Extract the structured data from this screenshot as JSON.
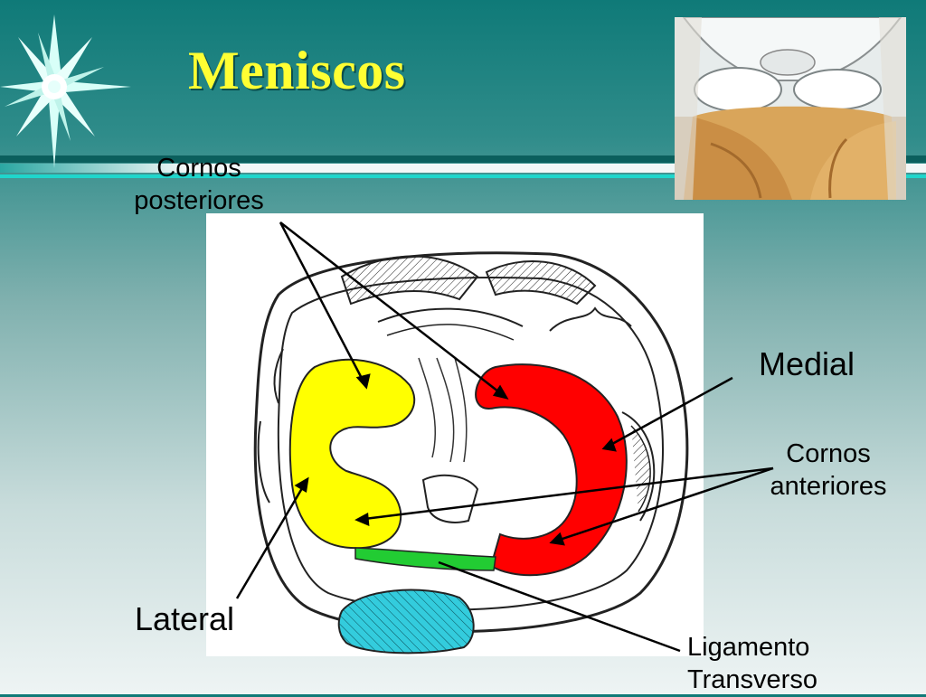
{
  "slide": {
    "title": "Meniscos"
  },
  "labels": {
    "posterior_horns": [
      "Cornos",
      "posteriores"
    ],
    "medial": "Medial",
    "anterior_horns": [
      "Cornos",
      "anteriores"
    ],
    "lateral": "Lateral",
    "transverse_ligament": [
      "Ligamento",
      "Transverso"
    ]
  },
  "colors": {
    "title": "#ffff33",
    "lateral_meniscus": "#ffff00",
    "medial_meniscus": "#ff0000",
    "transverse_ligament": "#22cc33",
    "patellar_tendon": "#33ccdd"
  },
  "icons": {
    "decoration": "starburst-icon",
    "thumbnail": "knee-joint-photo"
  }
}
